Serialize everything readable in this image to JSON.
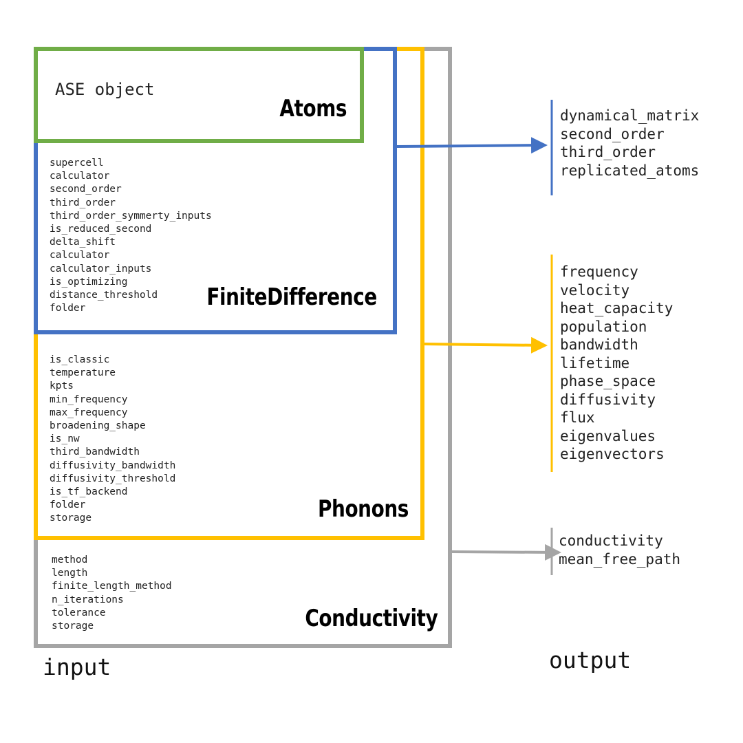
{
  "colors": {
    "atoms": "#70ad47",
    "finite_difference": "#4472c4",
    "phonons": "#ffc000",
    "conductivity": "#a5a5a5"
  },
  "input_label": "input",
  "output_label": "output",
  "atoms": {
    "title": "Atoms",
    "content": "ASE object"
  },
  "finite_difference": {
    "title": "FiniteDifference",
    "params": [
      "supercell",
      "calculator",
      "second_order",
      "third_order",
      "third_order_symmerty_inputs",
      "is_reduced_second",
      "delta_shift",
      "calculator",
      "calculator_inputs",
      "is_optimizing",
      "distance_threshold",
      "folder"
    ],
    "outputs": [
      "dynamical_matrix",
      "second_order",
      "third_order",
      "replicated_atoms"
    ]
  },
  "phonons": {
    "title": "Phonons",
    "params": [
      "is_classic",
      "temperature",
      "kpts",
      "min_frequency",
      "max_frequency",
      "broadening_shape",
      "is_nw",
      "third_bandwidth",
      "diffusivity_bandwidth",
      "diffusivity_threshold",
      "is_tf_backend",
      "folder",
      "storage"
    ],
    "outputs": [
      "frequency",
      "velocity",
      "heat_capacity",
      "population",
      "bandwidth",
      "lifetime",
      "phase_space",
      "diffusivity",
      "flux",
      "eigenvalues",
      "eigenvectors"
    ]
  },
  "conductivity": {
    "title": "Conductivity",
    "params": [
      "method",
      "length",
      "finite_length_method",
      "n_iterations",
      "tolerance",
      "storage"
    ],
    "outputs": [
      "conductivity",
      "mean_free_path"
    ]
  }
}
